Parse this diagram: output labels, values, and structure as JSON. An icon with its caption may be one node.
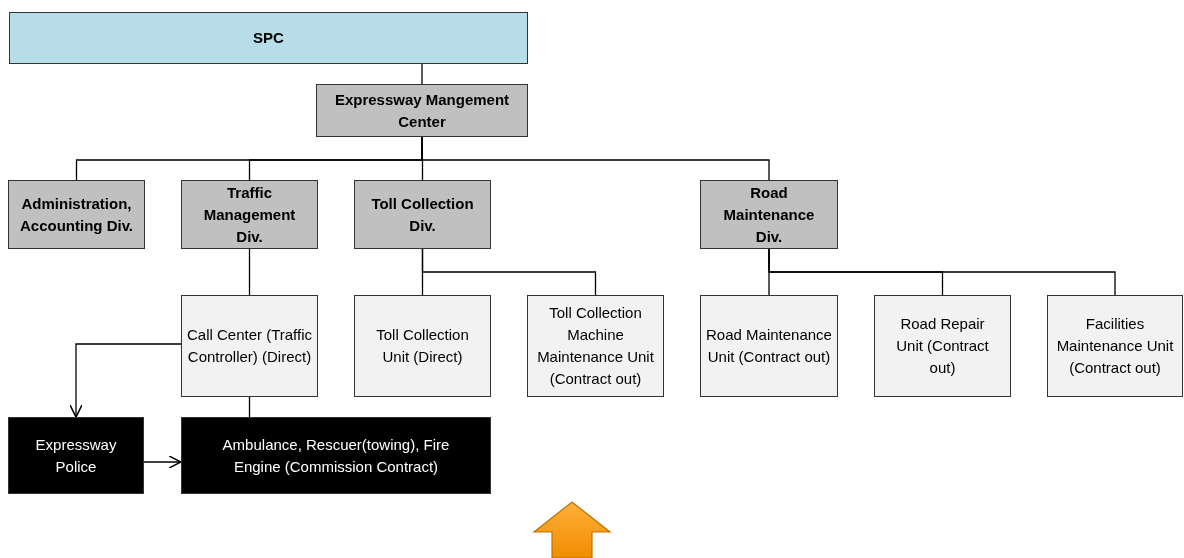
{
  "diagram": {
    "nodes": [
      {
        "text": [
          "SPC"
        ]
      },
      {
        "text": [
          "Expressway Mangement Center"
        ]
      },
      {
        "text": [
          "Administration, Accounting Div."
        ]
      },
      {
        "text": [
          "Traffic Management Div."
        ]
      },
      {
        "text": [
          "Toll Collection Div."
        ]
      },
      {
        "text": [
          "Road Maintenance Div."
        ]
      },
      {
        "text": [
          "Call Center (Traffic Controller) (Direct)"
        ]
      },
      {
        "text": [
          "Toll Collection Unit (Direct)"
        ]
      },
      {
        "text": [
          "Toll Collection Machine Maintenance Unit (Contract out)"
        ]
      },
      {
        "text": [
          "Road Maintenance Unit (Contract out)"
        ]
      },
      {
        "text": [
          "Road Repair Unit (Contract out)"
        ]
      },
      {
        "text": [
          "Facilities Maintenance Unit (Contract out)"
        ]
      },
      {
        "text": [
          "Expressway Police"
        ]
      },
      {
        "text": [
          "Ambulance, Rescuer(towing), Fire Engine (Commission Contract)"
        ]
      }
    ],
    "edges": [
      {
        "from": 0,
        "to": 1,
        "arrow": "none"
      },
      {
        "from": 1,
        "to": 2,
        "arrow": "none"
      },
      {
        "from": 1,
        "to": 3,
        "arrow": "none"
      },
      {
        "from": 1,
        "to": 4,
        "arrow": "none"
      },
      {
        "from": 1,
        "to": 5,
        "arrow": "none"
      },
      {
        "from": 3,
        "to": 6,
        "arrow": "none"
      },
      {
        "from": 4,
        "to": 7,
        "arrow": "none"
      },
      {
        "from": 4,
        "to": 8,
        "arrow": "none"
      },
      {
        "from": 5,
        "to": 9,
        "arrow": "none"
      },
      {
        "from": 5,
        "to": 10,
        "arrow": "none"
      },
      {
        "from": 5,
        "to": 11,
        "arrow": "none"
      },
      {
        "from": 6,
        "to": 13,
        "arrow": "none"
      },
      {
        "from": 6,
        "to": 12,
        "arrow": "to"
      },
      {
        "from": 12,
        "to": 13,
        "arrow": "to"
      }
    ]
  }
}
